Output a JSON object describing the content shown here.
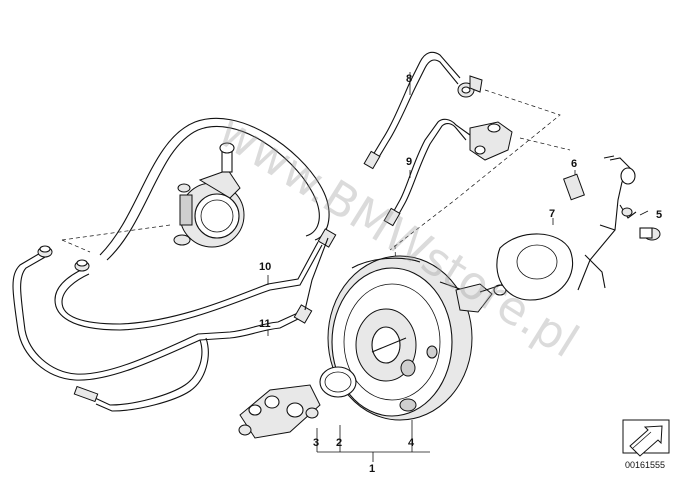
{
  "callouts": [
    {
      "id": "1",
      "label": "1"
    },
    {
      "id": "2",
      "label": "2"
    },
    {
      "id": "3",
      "label": "3"
    },
    {
      "id": "4",
      "label": "4"
    },
    {
      "id": "5",
      "label": "5"
    },
    {
      "id": "6",
      "label": "6"
    },
    {
      "id": "7",
      "label": "7"
    },
    {
      "id": "8",
      "label": "8"
    },
    {
      "id": "9",
      "label": "9"
    },
    {
      "id": "10",
      "label": "10"
    },
    {
      "id": "11",
      "label": "11"
    }
  ],
  "watermark": "www.BMWstore.pl",
  "diagram_number": "00161555",
  "icon": "arrow-corner-icon"
}
